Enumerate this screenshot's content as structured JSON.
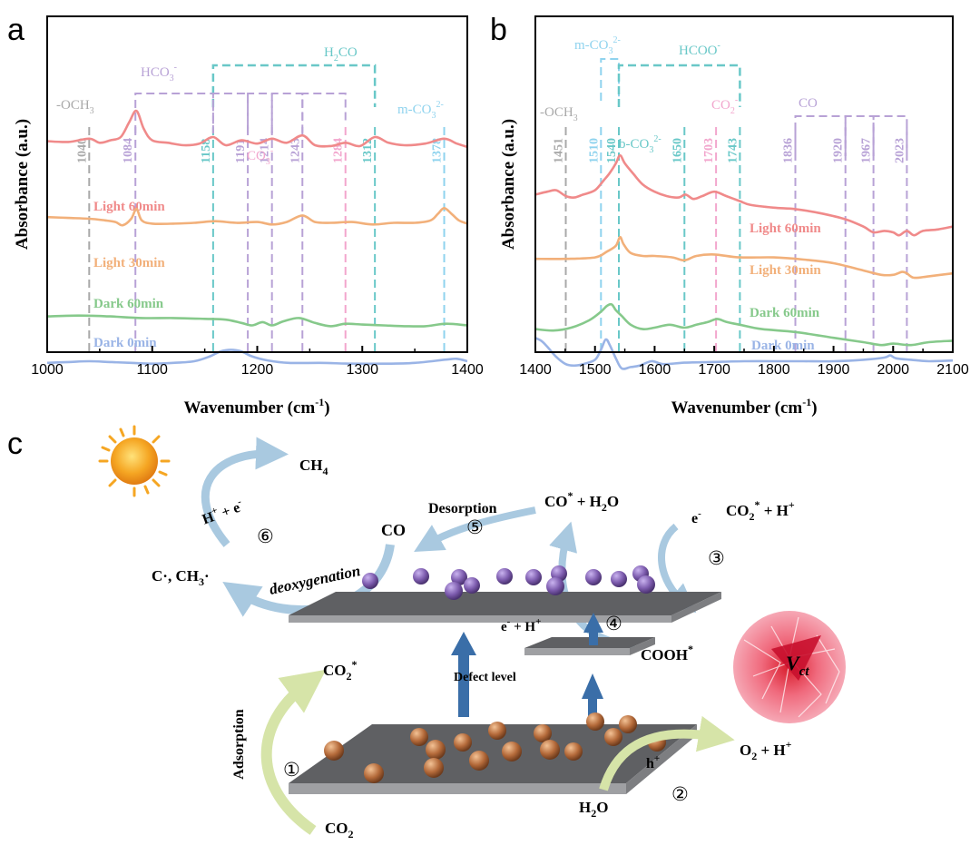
{
  "colors": {
    "light60": "#f08a8a",
    "light30": "#f2b07a",
    "dark60": "#86c98b",
    "dark0": "#9ab4e6",
    "och3": "#a9a9a9",
    "hco3": "#b8a2d6",
    "h2co": "#69c8c8",
    "co3": "#f2a6cd",
    "mco3": "#8fd3ee",
    "co": "#b8a2d6",
    "arrow_light": "#a9c9e0",
    "arrow_green": "#d6e4a8",
    "arrow_dark": "#3a6ea8",
    "plate": "#5f6063",
    "atom_purple": "#8a6bb6",
    "atom_brown": "#b46a3a"
  },
  "chart_data": [
    {
      "panel_label": "a",
      "type": "line",
      "xlabel": "Wavenumber (cm",
      "xlabel_sup": "-1",
      "xlabel_tail": ")",
      "ylabel": "Absorbance (a.u.)",
      "xlim": [
        1000,
        1400
      ],
      "x_ticks": [
        "1000",
        "1100",
        "1200",
        "1300",
        "1400"
      ],
      "series": [
        {
          "name": "Light  60min",
          "color_key": "light60",
          "x": [
            1000,
            1020,
            1040,
            1050,
            1060,
            1070,
            1078,
            1085,
            1092,
            1100,
            1115,
            1130,
            1145,
            1158,
            1170,
            1185,
            1200,
            1214,
            1228,
            1243,
            1255,
            1270,
            1284,
            1298,
            1312,
            1325,
            1340,
            1360,
            1378,
            1390,
            1400
          ],
          "y": [
            1.05,
            1.04,
            1.08,
            1.03,
            1.06,
            1.1,
            1.28,
            1.42,
            1.2,
            1.06,
            1.03,
            1.0,
            1.02,
            1.1,
            1.0,
            1.06,
            1.02,
            1.08,
            1.03,
            1.12,
            1.0,
            0.99,
            1.03,
            0.99,
            1.1,
            1.03,
            1.0,
            1.02,
            1.08,
            1.02,
            0.98
          ]
        },
        {
          "name": "Light  30min",
          "color_key": "light30",
          "x": [
            1000,
            1020,
            1040,
            1055,
            1065,
            1072,
            1080,
            1085,
            1090,
            1100,
            1120,
            1140,
            1160,
            1180,
            1200,
            1214,
            1228,
            1243,
            1255,
            1270,
            1290,
            1310,
            1330,
            1350,
            1365,
            1372,
            1378,
            1385,
            1392,
            1400
          ],
          "y": [
            0.82,
            0.81,
            0.8,
            0.78,
            0.76,
            0.72,
            0.8,
            0.92,
            0.78,
            0.74,
            0.74,
            0.75,
            0.77,
            0.75,
            0.76,
            0.73,
            0.76,
            0.84,
            0.76,
            0.75,
            0.76,
            0.73,
            0.75,
            0.75,
            0.78,
            0.86,
            0.93,
            0.86,
            0.78,
            0.74
          ]
        },
        {
          "name": "Dark  60min",
          "color_key": "dark60",
          "x": [
            1000,
            1030,
            1060,
            1090,
            1120,
            1150,
            1170,
            1185,
            1195,
            1205,
            1214,
            1225,
            1240,
            1255,
            1270,
            1284,
            1300,
            1320,
            1340,
            1360,
            1380,
            1400
          ],
          "y": [
            0.46,
            0.47,
            0.46,
            0.44,
            0.44,
            0.43,
            0.42,
            0.38,
            0.35,
            0.39,
            0.35,
            0.4,
            0.44,
            0.38,
            0.34,
            0.37,
            0.36,
            0.35,
            0.34,
            0.34,
            0.37,
            0.35
          ]
        },
        {
          "name": "Dark  0min",
          "color_key": "dark0",
          "x": [
            1000,
            1020,
            1040,
            1060,
            1080,
            1100,
            1120,
            1140,
            1155,
            1165,
            1175,
            1185,
            1195,
            1210,
            1230,
            1260,
            1290,
            1320,
            1350,
            1380,
            1390,
            1400
          ],
          "y": [
            0.08,
            0.09,
            0.1,
            0.09,
            0.08,
            0.07,
            0.08,
            0.1,
            0.16,
            0.22,
            0.24,
            0.22,
            0.16,
            0.11,
            0.08,
            0.08,
            0.07,
            0.07,
            0.08,
            0.12,
            0.13,
            0.1
          ]
        }
      ],
      "markers": [
        {
          "x": 1040,
          "label": "1040",
          "color_key": "och3"
        },
        {
          "x": 1084,
          "label": "1084",
          "color_key": "hco3"
        },
        {
          "x": 1158,
          "label": "1158",
          "color_key": "h2co"
        },
        {
          "x": 1191,
          "label": "1191",
          "color_key": "hco3"
        },
        {
          "x": 1214,
          "label": "1214",
          "color_key": "hco3"
        },
        {
          "x": 1243,
          "label": "1243",
          "color_key": "hco3"
        },
        {
          "x": 1284,
          "label": "1284",
          "color_key": "co3"
        },
        {
          "x": 1312,
          "label": "1312",
          "color_key": "h2co"
        },
        {
          "x": 1378,
          "label": "1378",
          "color_key": "mco3"
        }
      ],
      "groups": [
        {
          "label": "-OCH",
          "sub": "3",
          "sup": "",
          "color_key": "och3"
        },
        {
          "label": "HCO",
          "sub": "3",
          "sup": "-",
          "color_key": "hco3"
        },
        {
          "label": "H",
          "sub": "2",
          "sup": "",
          "tail": "CO",
          "color_key": "h2co"
        },
        {
          "label": "CO",
          "sub": "3",
          "sup": "-",
          "color_key": "co3"
        },
        {
          "label": "m-CO",
          "sub": "3",
          "sup": "2-",
          "color_key": "mco3"
        }
      ]
    },
    {
      "panel_label": "b",
      "type": "line",
      "xlabel": "Wavenumber (cm",
      "xlabel_sup": "-1",
      "xlabel_tail": ")",
      "ylabel": "Absorbance (a.u.)",
      "xlim": [
        1400,
        2100
      ],
      "x_ticks": [
        "1400",
        "1500",
        "1600",
        "1700",
        "1800",
        "1900",
        "2000",
        "2100"
      ],
      "series": [
        {
          "name": "Light  60min",
          "color_key": "light60",
          "x": [
            1400,
            1420,
            1435,
            1451,
            1465,
            1480,
            1500,
            1515,
            1525,
            1535,
            1542,
            1550,
            1565,
            1580,
            1600,
            1620,
            1640,
            1652,
            1665,
            1680,
            1700,
            1720,
            1743,
            1760,
            1800,
            1836,
            1880,
            1920,
            1950,
            1967,
            1985,
            2000,
            2010,
            2023,
            2035,
            2050,
            2075,
            2100
          ],
          "y": [
            1.02,
            1.06,
            1.08,
            1.0,
            0.98,
            1.02,
            1.08,
            1.22,
            1.32,
            1.45,
            1.56,
            1.45,
            1.3,
            1.16,
            1.06,
            1.0,
            0.98,
            1.02,
            0.96,
            1.0,
            1.06,
            1.0,
            0.93,
            0.88,
            0.84,
            0.82,
            0.76,
            0.68,
            0.58,
            0.5,
            0.52,
            0.5,
            0.46,
            0.52,
            0.46,
            0.52,
            0.54,
            0.58
          ]
        },
        {
          "name": "Light  30min",
          "color_key": "light30",
          "x": [
            1400,
            1450,
            1500,
            1520,
            1535,
            1542,
            1548,
            1560,
            1580,
            1600,
            1630,
            1650,
            1670,
            1700,
            1743,
            1800,
            1850,
            1900,
            1950,
            1980,
            2000,
            2015,
            2023,
            2035,
            2060,
            2100
          ],
          "y": [
            0.56,
            0.56,
            0.58,
            0.66,
            0.74,
            0.86,
            0.76,
            0.64,
            0.6,
            0.6,
            0.58,
            0.54,
            0.6,
            0.62,
            0.58,
            0.58,
            0.55,
            0.5,
            0.4,
            0.34,
            0.34,
            0.38,
            0.36,
            0.3,
            0.32,
            0.36
          ]
        },
        {
          "name": "Dark  60min",
          "color_key": "dark60",
          "x": [
            1400,
            1430,
            1460,
            1490,
            1510,
            1520,
            1528,
            1535,
            1545,
            1560,
            1580,
            1600,
            1625,
            1650,
            1670,
            1690,
            1705,
            1720,
            1743,
            1780,
            1836,
            1900,
            1950,
            1980,
            2000,
            2030,
            2060,
            2100
          ],
          "y": [
            0.28,
            0.26,
            0.3,
            0.4,
            0.52,
            0.6,
            0.62,
            0.54,
            0.46,
            0.34,
            0.28,
            0.3,
            0.34,
            0.3,
            0.34,
            0.38,
            0.42,
            0.38,
            0.34,
            0.28,
            0.24,
            0.16,
            0.1,
            0.06,
            0.08,
            0.06,
            0.1,
            0.12
          ]
        },
        {
          "name": "Dark  0min",
          "color_key": "dark0",
          "x": [
            1400,
            1410,
            1420,
            1435,
            1451,
            1465,
            1480,
            1500,
            1510,
            1518,
            1525,
            1535,
            1545,
            1560,
            1575,
            1595,
            1615,
            1650,
            1700,
            1750,
            1800,
            1850,
            1900,
            1950,
            1985,
            1995,
            2005,
            2030,
            2060,
            2100
          ],
          "y": [
            0.42,
            0.38,
            0.3,
            0.16,
            0.06,
            0.04,
            0.06,
            0.12,
            0.26,
            0.4,
            0.32,
            0.14,
            0.0,
            0.02,
            0.04,
            0.1,
            0.06,
            0.08,
            0.09,
            0.1,
            0.1,
            0.1,
            0.1,
            0.12,
            0.15,
            0.18,
            0.14,
            0.12,
            0.1,
            0.11
          ]
        }
      ],
      "markers": [
        {
          "x": 1451,
          "label": "1451",
          "color_key": "och3"
        },
        {
          "x": 1510,
          "label": "1510",
          "color_key": "mco3"
        },
        {
          "x": 1540,
          "label": "1540",
          "color_key": "h2co"
        },
        {
          "x": 1650,
          "label": "1650",
          "color_key": "h2co"
        },
        {
          "x": 1703,
          "label": "1703",
          "color_key": "co3"
        },
        {
          "x": 1743,
          "label": "1743",
          "color_key": "h2co"
        },
        {
          "x": 1836,
          "label": "1836",
          "color_key": "co"
        },
        {
          "x": 1920,
          "label": "1920",
          "color_key": "co"
        },
        {
          "x": 1967,
          "label": "1967",
          "color_key": "co"
        },
        {
          "x": 2023,
          "label": "2023",
          "color_key": "co"
        }
      ],
      "groups": [
        {
          "label": "-OCH",
          "sub": "3",
          "sup": "",
          "color_key": "och3"
        },
        {
          "label": "m-CO",
          "sub": "3",
          "sup": "2-",
          "color_key": "mco3"
        },
        {
          "label": "HCOO",
          "sub": "",
          "sup": "-",
          "color_key": "h2co"
        },
        {
          "label": "b-CO",
          "sub": "3",
          "sup": "2-",
          "color_key": "h2co"
        },
        {
          "label": "CO",
          "sub": "2",
          "sup": "-",
          "color_key": "co3"
        },
        {
          "label": "CO",
          "sub": "",
          "sup": "",
          "color_key": "co"
        }
      ]
    }
  ],
  "diagram": {
    "panel_label": "c",
    "ch4": {
      "base": "CH",
      "sub": "4"
    },
    "h_e": {
      "base": "H",
      "sup1": "+",
      "mid": " + e",
      "sup2": "-"
    },
    "step6": "⑥",
    "c_ch3": "C·, CH",
    "c_ch3_sub": "3",
    "c_ch3_tail": "·",
    "deoxygenation": "deoxygenation",
    "co": "CO",
    "desorption": "Desorption",
    "step5": "⑤",
    "co_star_h2o": {
      "a": "CO",
      "sup": "*",
      "b": " + H",
      "sub": "2",
      "c": "O"
    },
    "e_minus": {
      "base": "e",
      "sup": "-"
    },
    "co2_star_h": {
      "a": "CO",
      "sub": "2",
      "sup": "*",
      "b": " + H",
      "sup2": "+"
    },
    "step3": "③",
    "e_h": {
      "a": "e",
      "sup": "-",
      "b": " + H",
      "sup2": "+"
    },
    "step4": "④",
    "cooh": {
      "a": "COOH",
      "sup": "*"
    },
    "vct": {
      "base": "V",
      "sub": "ct"
    },
    "co2_star": {
      "a": "CO",
      "sub": "2",
      "sup": "*"
    },
    "defect_level": "Defect level",
    "adsorption": "Adsorption",
    "step1": "①",
    "o2_h": {
      "a": "O",
      "sub": "2",
      "b": " + H",
      "sup": "+"
    },
    "h_plus": {
      "base": "h",
      "sup": "+"
    },
    "step2": "②",
    "h2o": {
      "a": "H",
      "sub": "2",
      "b": "O"
    },
    "co2": {
      "a": "CO",
      "sub": "2"
    }
  }
}
